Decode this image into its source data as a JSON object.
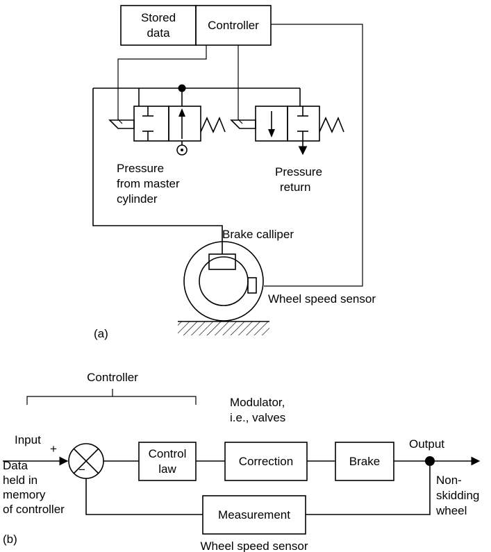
{
  "part_a": {
    "stored_data": [
      "Stored",
      "data"
    ],
    "controller": "Controller",
    "pressure_from_master": [
      "Pressure",
      "from master",
      "cylinder"
    ],
    "pressure_return": [
      "Pressure",
      "return"
    ],
    "brake_calliper": "Brake calliper",
    "wheel_speed_sensor": "Wheel speed sensor",
    "label": "(a)"
  },
  "part_b": {
    "controller_bracket": "Controller",
    "modulator": [
      "Modulator,",
      "i.e., valves"
    ],
    "input": "Input",
    "plus": "+",
    "minus": "−",
    "data_note": [
      "Data",
      "held in",
      "memory",
      "of controller"
    ],
    "control_law": [
      "Control",
      "law"
    ],
    "correction": "Correction",
    "brake": "Brake",
    "output": "Output",
    "non_skidding": [
      "Non-",
      "skidding",
      "wheel"
    ],
    "measurement": "Measurement",
    "wheel_speed_sensor": "Wheel speed sensor",
    "label": "(b)"
  }
}
